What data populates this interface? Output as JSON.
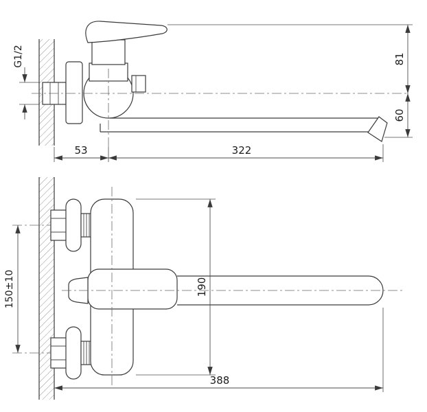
{
  "drawing": {
    "labels": {
      "thread": "G1/2",
      "height_upper": "81",
      "height_lower": "60",
      "wall_offset": "53",
      "spout_reach": "322",
      "body_height": "190",
      "mount_spacing": "150±10",
      "overall_length": "388"
    }
  }
}
